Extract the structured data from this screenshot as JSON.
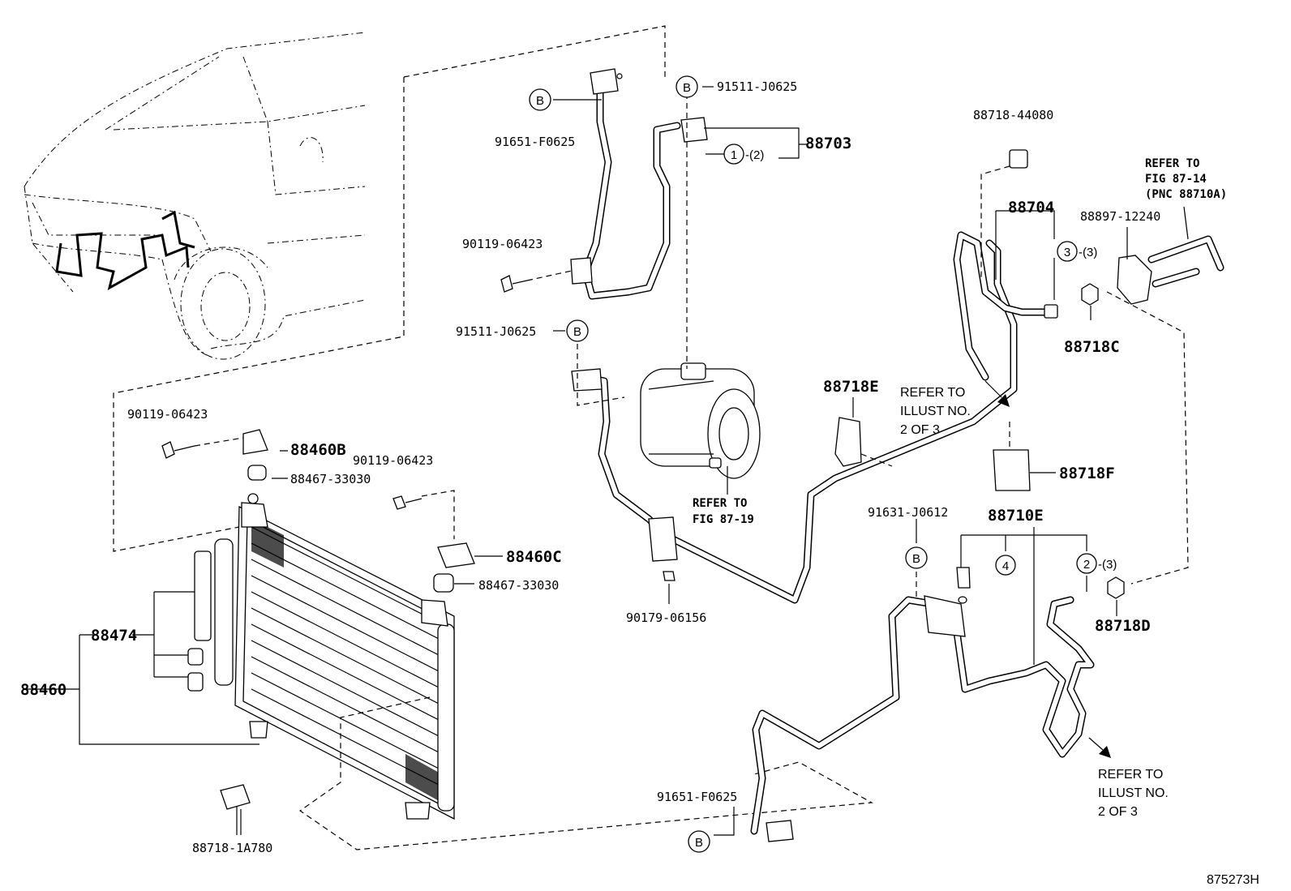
{
  "diagram_code": "875273H",
  "labels": {
    "p91651_f0625_top": "91651-F0625",
    "p91511_j0625_top": "91511-J0625",
    "p88703": "88703",
    "c1_range": "-(2)",
    "p90119_06423_a": "90119-06423",
    "p91511_j0625_mid": "91511-J0625",
    "p88718_44080": "88718-44080",
    "refer_fig_87_14_l1": "REFER TO",
    "refer_fig_87_14_l2": "FIG 87-14",
    "refer_fig_87_14_l3": "(PNC 88710A)",
    "p88704": "88704",
    "p88897_12240": "88897-12240",
    "c3_range": "-(3)",
    "p88718c": "88718C",
    "p88718e": "88718E",
    "refer_illust_a_l1": "REFER TO",
    "refer_illust_a_l2": "ILLUST NO.",
    "refer_illust_a_l3": "2 OF 3",
    "p88718f": "88718F",
    "p90119_06423_b": "90119-06423",
    "p88460b": "88460B",
    "p88467_33030_a": "88467-33030",
    "p90119_06423_c": "90119-06423",
    "refer_fig_87_19_l1": "REFER TO",
    "refer_fig_87_19_l2": "FIG 87-19",
    "p91631_j0612": "91631-J0612",
    "p88710e": "88710E",
    "p88460c": "88460C",
    "p88467_33030_b": "88467-33030",
    "c2_range": "-(3)",
    "p88718d": "88718D",
    "p88474": "88474",
    "p90179_06156": "90179-06156",
    "p88460": "88460",
    "refer_illust_b_l1": "REFER TO",
    "refer_illust_b_l2": "ILLUST NO.",
    "refer_illust_b_l3": "2 OF 3",
    "p91651_f0625_bot": "91651-F0625",
    "p88718_1a780": "88718-1A780"
  },
  "callouts": {
    "b": "B",
    "n1": "1",
    "n2": "2",
    "n3": "3",
    "n4": "4"
  }
}
